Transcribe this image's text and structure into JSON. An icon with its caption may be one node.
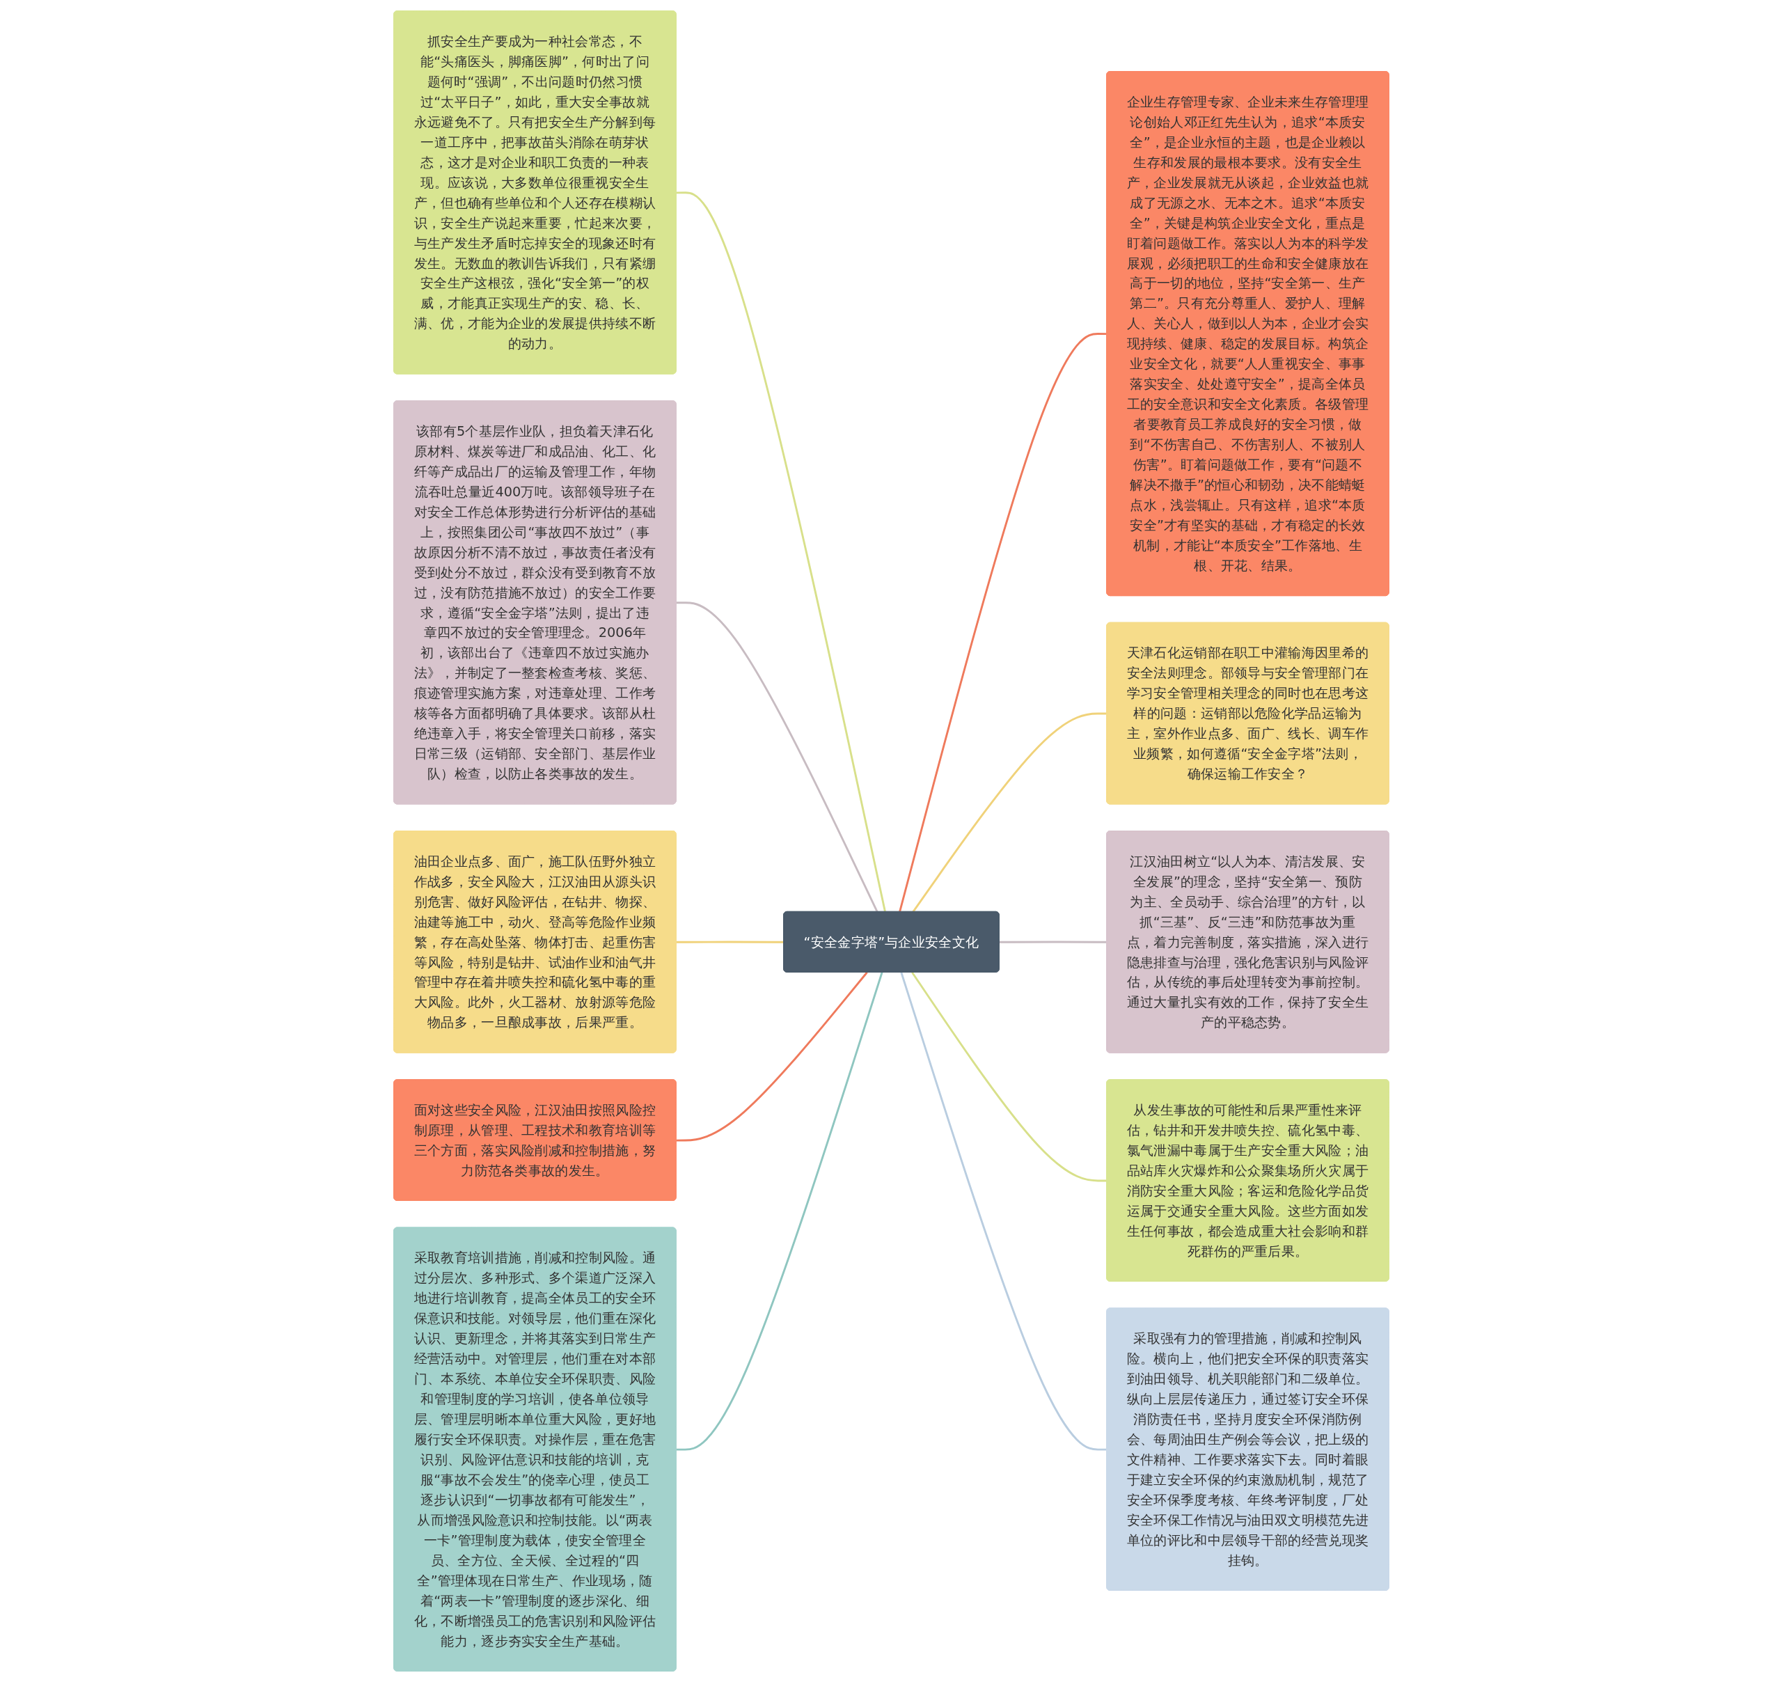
{
  "diagram": {
    "nodes": [
      {
        "text": [
          "“安全金字塔”与企业安全文化"
        ]
      },
      {
        "text": [
          "抓安全生产要成为一种社会常态，不能“头痛医头，脚痛医脚”，何时出了问题何时“强调”，不出问题时仍然习惯过“太平日子”，如此，重大安全事故就永远避免不了。只有把安全生产分解到每一道工序中，把事故苗头消除在萌芽状态，这才是对企业和职工负责的一种表现。应该说，大多数单位很重视安全生产，但也确有些单位和个人还存在模糊认识，安全生产说起来重要，忙起来次要，与生产发生矛盾时忘掉安全的现象还时有发生。无数血的教训告诉我们，只有紧绷安全生产这根弦，强化“安全第一”的权威，才能真正实现生产的安、稳、长、满、优，才能为企业的发展提供持续不断的动力。"
        ]
      },
      {
        "text": [
          "该部有5个基层作业队，担负着天津石化原材料、煤炭等进厂和成品油、化工、化纤等产成品出厂的运输及管理工作，年物流吞吐总量近400万吨。该部领导班子在对安全工作总体形势进行分析评估的基础上，按照集团公司“事故四不放过”（事故原因分析不清不放过，事故责任者没有受到处分不放过，群众没有受到教育不放过，没有防范措施不放过）的安全工作要求，遵循“安全金字塔”法则，提出了违章四不放过的安全管理理念。2006年初，该部出台了《违章四不放过实施办法》，并制定了一整套检查考核、奖惩、痕迹管理实施方案，对违章处理、工作考核等各方面都明确了具体要求。该部从杜绝违章入手，将安全管理关口前移，落实日常三级（运销部、安全部门、基层作业队）检查，以防止各类事故的发生。"
        ]
      },
      {
        "text": [
          "油田企业点多、面广，施工队伍野外独立作战多，安全风险大，江汉油田从源头识别危害、做好风险评估，在钻井、物探、油建等施工中，动火、登高等危险作业频繁，存在高处坠落、物体打击、起重伤害等风险，特别是钻井、试油作业和油气井管理中存在着井喷失控和硫化氢中毒的重大风险。此外，火工器材、放射源等危险物品多，一旦酿成事故，后果严重。"
        ]
      },
      {
        "text": [
          "面对这些安全风险，江汉油田按照风险控制原理，从管理、工程技术和教育培训等三个方面，落实风险削减和控制措施，努力防范各类事故的发生。"
        ]
      },
      {
        "text": [
          "采取教育培训措施，削减和控制风险。通过分层次、多种形式、多个渠道广泛深入地进行培训教育，提高全体员工的安全环保意识和技能。对领导层，他们重在深化认识、更新理念，并将其落实到日常生产经营活动中。对管理层，他们重在对本部门、本系统、本单位安全环保职责、风险和管理制度的学习培训，使各单位领导层、管理层明晰本单位重大风险，更好地履行安全环保职责。对操作层，重在危害识别、风险评估意识和技能的培训，克服“事故不会发生”的侥幸心理，使员工逐步认识到“一切事故都有可能发生”，从而增强风险意识和控制技能。以“两表一卡”管理制度为载体，使安全管理全员、全方位、全天候、全过程的“四全”管理体现在日常生产、作业现场，随着“两表一卡”管理制度的逐步深化、细化，不断增强员工的危害识别和风险评估能力，逐步夯实安全生产基础。"
        ]
      },
      {
        "text": [
          "企业生存管理专家、企业未来生存管理理论创始人邓正红先生认为，追求“本质安全”，是企业永恒的主题，也是企业赖以生存和发展的最根本要求。没有安全生产，企业发展就无从谈起，企业效益也就成了无源之水、无本之木。追求“本质安全”，关键是构筑企业安全文化，重点是盯着问题做工作。落实以人为本的科学发展观，必须把职工的生命和安全健康放在高于一切的地位，坚持“安全第一、生产第二”。只有充分尊重人、爱护人、理解人、关心人，做到以人为本，企业才会实现持续、健康、稳定的发展目标。构筑企业安全文化，就要“人人重视安全、事事落实安全、处处遵守安全”，提高全体员工的安全意识和安全文化素质。各级管理者要教育员工养成良好的安全习惯，做到“不伤害自己、不伤害别人、不被别人伤害”。盯着问题做工作，要有“问题不解决不撒手”的恒心和韧劲，决不能蜻蜓点水，浅尝辄止。只有这样，追求“本质安全”才有坚实的基础，才有稳定的长效机制，才能让“本质安全”工作落地、生根、开花、结果。"
        ]
      },
      {
        "text": [
          "天津石化运销部在职工中灌输海因里希的安全法则理念。部领导与安全管理部门在学习安全管理相关理念的同时也在思考这样的问题：运销部以危险化学品运输为主，室外作业点多、面广、线长、调车作业频繁，如何遵循“安全金字塔”法则，确保运输工作安全？"
        ]
      },
      {
        "text": [
          "江汉油田树立“以人为本、清洁发展、安全发展”的理念，坚持“安全第一、预防为主、全员动手、综合治理”的方针，以抓“三基”、反“三违”和防范事故为重点，着力完善制度，落实措施，深入进行隐患排查与治理，强化危害识别与风险评估，从传统的事后处理转变为事前控制。通过大量扎实有效的工作，保持了安全生产的平稳态势。"
        ]
      },
      {
        "text": [
          "从发生事故的可能性和后果严重性来评估，钻井和开发井喷失控、硫化氢中毒、氯气泄漏中毒属于生产安全重大风险；油品站库火灾爆炸和公众聚集场所火灾属于消防安全重大风险；客运和危险化学品货运属于交通安全重大风险。这些方面如发生任何事故，都会造成重大社会影响和群死群伤的严重后果。"
        ]
      },
      {
        "text": [
          "采取强有力的管理措施，削减和控制风险。横向上，他们把安全环保的职责落实到油田领导、机关职能部门和二级单位。纵向上层层传递压力，通过签订安全环保消防责任书，坚持月度安全环保消防例会、每周油田生产例会等会议，把上级的文件精神、工作要求落实下去。同时着眼于建立安全环保的约束激励机制，规范了安全环保季度考核、年终考评制度，厂处安全环保工作情况与油田双文明模范先进单位的评比和中层领导干部的经营兑现奖挂钩。"
        ]
      }
    ],
    "edges": [
      {
        "from": 1,
        "to": 0,
        "arrow": "none",
        "color": "#d8e08a"
      },
      {
        "from": 2,
        "to": 0,
        "arrow": "none",
        "color": "#c8bcc2"
      },
      {
        "from": 3,
        "to": 0,
        "arrow": "none",
        "color": "#f0d27a"
      },
      {
        "from": 4,
        "to": 0,
        "arrow": "none",
        "color": "#ef7a5c"
      },
      {
        "from": 5,
        "to": 0,
        "arrow": "none",
        "color": "#8fc6c0"
      },
      {
        "from": 0,
        "to": 6,
        "arrow": "none",
        "color": "#ef7a5c"
      },
      {
        "from": 0,
        "to": 7,
        "arrow": "none",
        "color": "#f0d27a"
      },
      {
        "from": 0,
        "to": 8,
        "arrow": "none",
        "color": "#c8bcc2"
      },
      {
        "from": 0,
        "to": 9,
        "arrow": "none",
        "color": "#d8e08a"
      },
      {
        "from": 0,
        "to": 10,
        "arrow": "none",
        "color": "#b9cde0"
      }
    ]
  }
}
